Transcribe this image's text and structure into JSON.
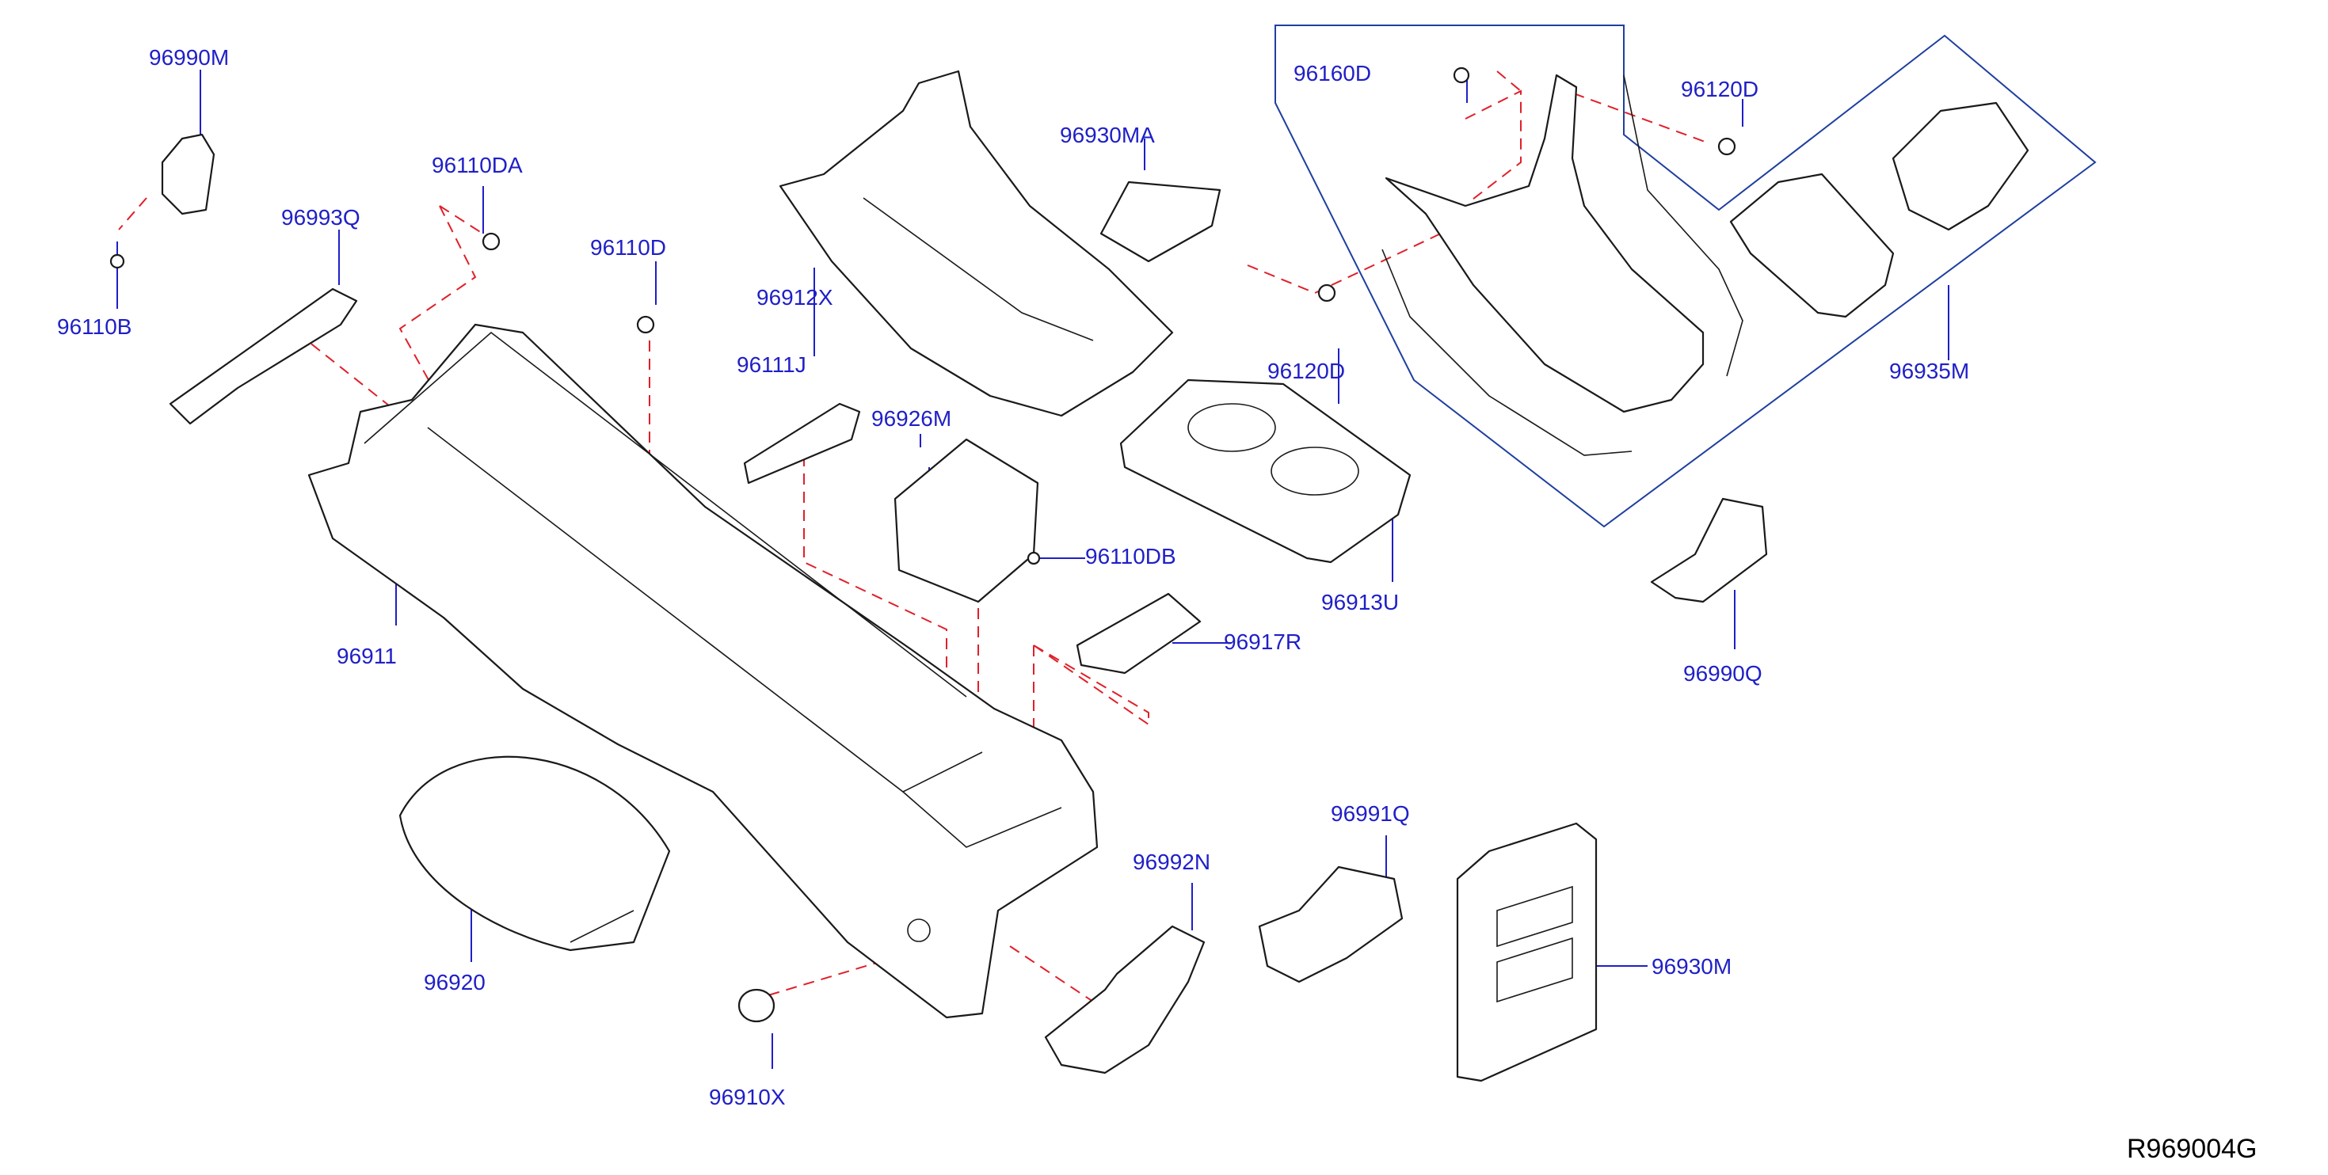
{
  "labels": {
    "p96990M": "96990M",
    "p96110B": "96110B",
    "p96993Q": "96993Q",
    "p96110DA": "96110DA",
    "p96110D": "96110D",
    "p96912X": "96912X",
    "p96930MA": "96930MA",
    "p96111J": "96111J",
    "p96926M": "96926M",
    "p96110DB": "96110DB",
    "p96917R": "96917R",
    "p96911": "96911",
    "p96913U": "96913U",
    "p96120D_lower": "96120D",
    "p96160D": "96160D",
    "p96120D_upper": "96120D",
    "p96935M": "96935M",
    "p96990Q": "96990Q",
    "p96991Q": "96991Q",
    "p96992N": "96992N",
    "p96930M": "96930M",
    "p96920": "96920",
    "p96910X": "96910X"
  },
  "reference_code": "R969004G",
  "colors": {
    "label_text": "#1f1fc8",
    "assembly_lines": "#e0202a",
    "part_outline": "#1a1a1a",
    "group_outline": "#1f3fa0",
    "background": "#ffffff"
  }
}
